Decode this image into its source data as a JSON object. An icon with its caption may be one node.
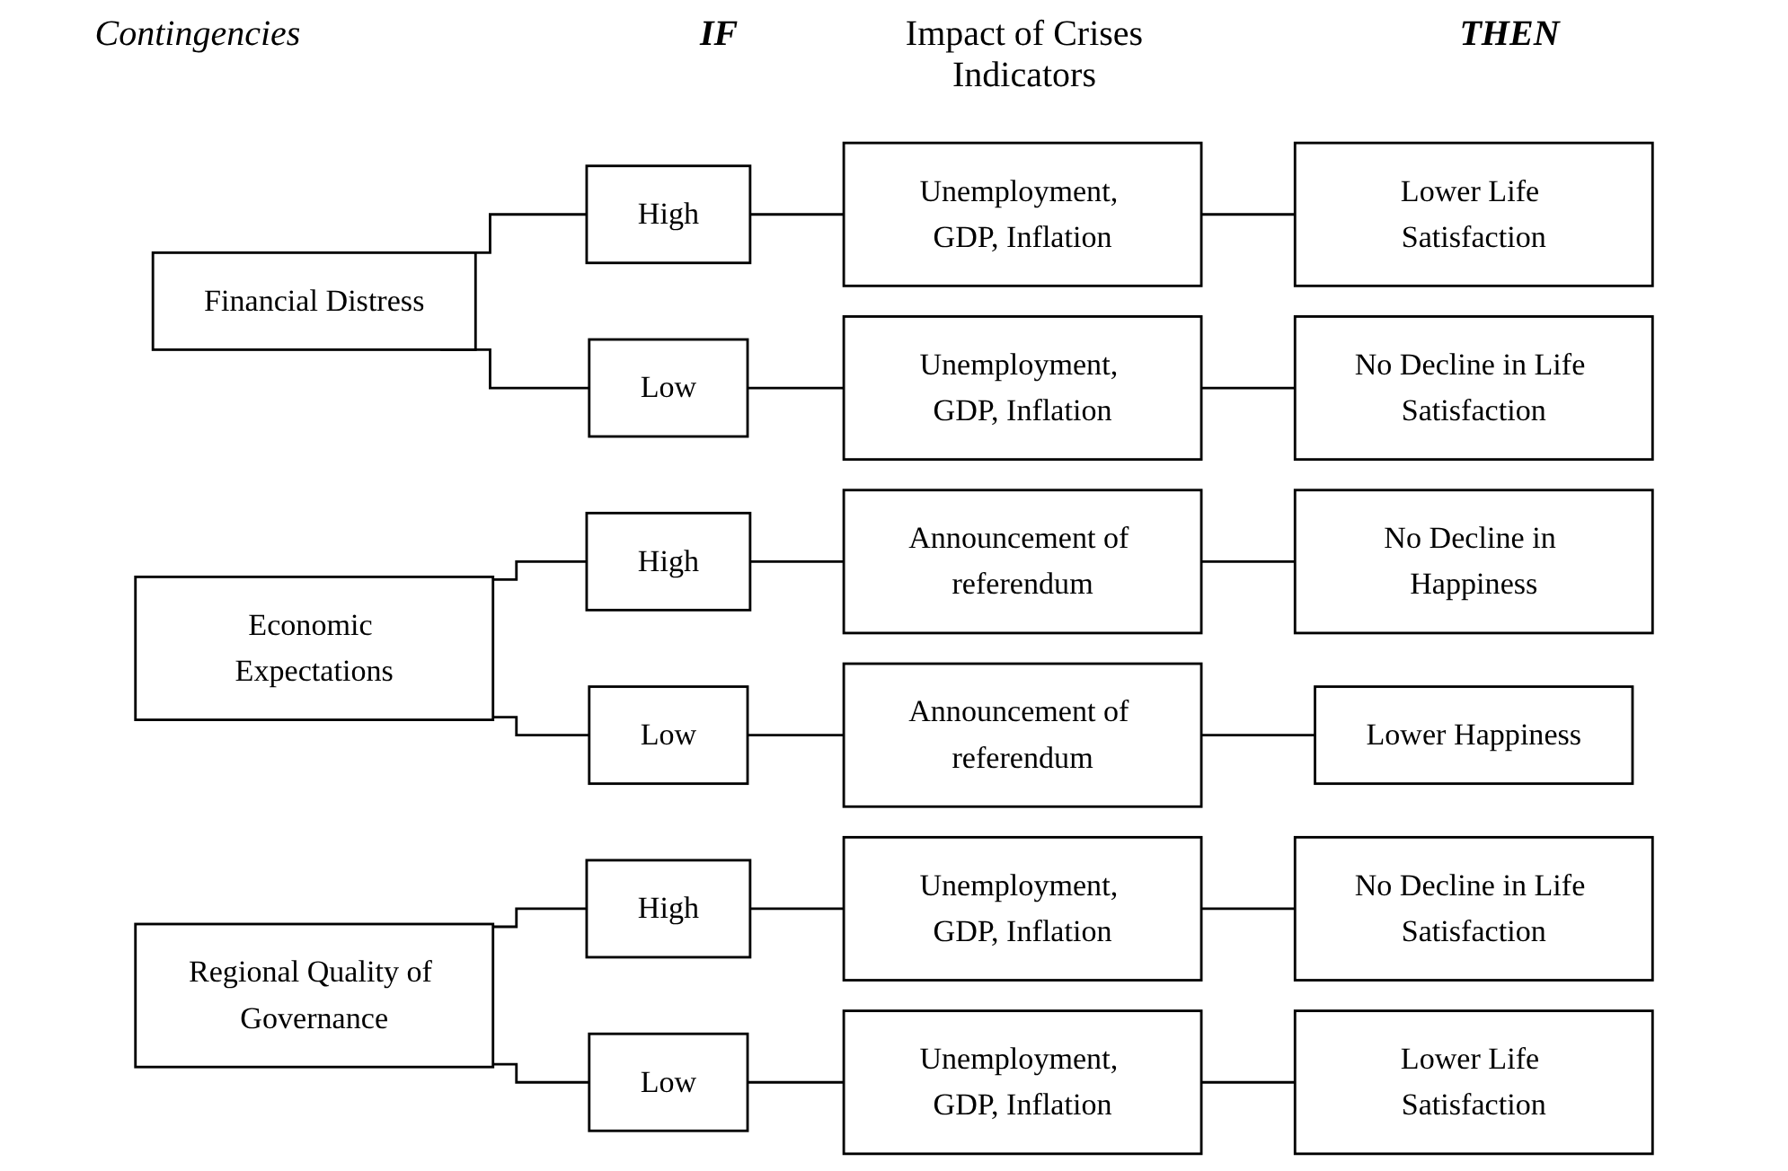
{
  "diagram": {
    "nodes": [
      {
        "text": [
          "Financial Distress"
        ]
      },
      {
        "text": [
          "High"
        ]
      },
      {
        "text": [
          "Unemployment, GDP, Inflation"
        ]
      },
      {
        "text": [
          "Lower Life Satisfaction"
        ]
      },
      {
        "text": [
          "Low"
        ]
      },
      {
        "text": [
          "Unemployment, GDP, Inflation"
        ]
      },
      {
        "text": [
          "No Decline in Life Satisfaction"
        ]
      },
      {
        "text": [
          "Economic Expectations"
        ]
      },
      {
        "text": [
          "High"
        ]
      },
      {
        "text": [
          "Announcement of referendum"
        ]
      },
      {
        "text": [
          "No Decline in Happiness"
        ]
      },
      {
        "text": [
          "Low"
        ]
      },
      {
        "text": [
          "Announcement of referendum"
        ]
      },
      {
        "text": [
          "Lower Happiness"
        ]
      },
      {
        "text": [
          "Regional Quality of Governance"
        ]
      },
      {
        "text": [
          "High"
        ]
      },
      {
        "text": [
          "Unemployment, GDP, Inflation"
        ]
      },
      {
        "text": [
          "No Decline in Life Satisfaction"
        ]
      },
      {
        "text": [
          "Low"
        ]
      },
      {
        "text": [
          "Unemployment, GDP, Inflation"
        ]
      },
      {
        "text": [
          "Lower Life Satisfaction"
        ]
      }
    ],
    "edges": [
      {
        "from": 0,
        "to": 1,
        "arrow": "none"
      },
      {
        "from": 1,
        "to": 2,
        "arrow": "none"
      },
      {
        "from": 2,
        "to": 3,
        "arrow": "none"
      },
      {
        "from": 0,
        "to": 4,
        "arrow": "none"
      },
      {
        "from": 4,
        "to": 5,
        "arrow": "none"
      },
      {
        "from": 5,
        "to": 6,
        "arrow": "none"
      },
      {
        "from": 7,
        "to": 8,
        "arrow": "none"
      },
      {
        "from": 8,
        "to": 9,
        "arrow": "none"
      },
      {
        "from": 9,
        "to": 10,
        "arrow": "none"
      },
      {
        "from": 7,
        "to": 11,
        "arrow": "none"
      },
      {
        "from": 11,
        "to": 12,
        "arrow": "none"
      },
      {
        "from": 12,
        "to": 13,
        "arrow": "none"
      },
      {
        "from": 14,
        "to": 15,
        "arrow": "none"
      },
      {
        "from": 15,
        "to": 16,
        "arrow": "none"
      },
      {
        "from": 16,
        "to": 17,
        "arrow": "none"
      },
      {
        "from": 14,
        "to": 18,
        "arrow": "none"
      },
      {
        "from": 18,
        "to": 19,
        "arrow": "none"
      },
      {
        "from": 19,
        "to": 20,
        "arrow": "none"
      }
    ],
    "labels": [
      "Contingencies",
      "IF",
      "Impact of Crises Indicators",
      "THEN"
    ]
  }
}
